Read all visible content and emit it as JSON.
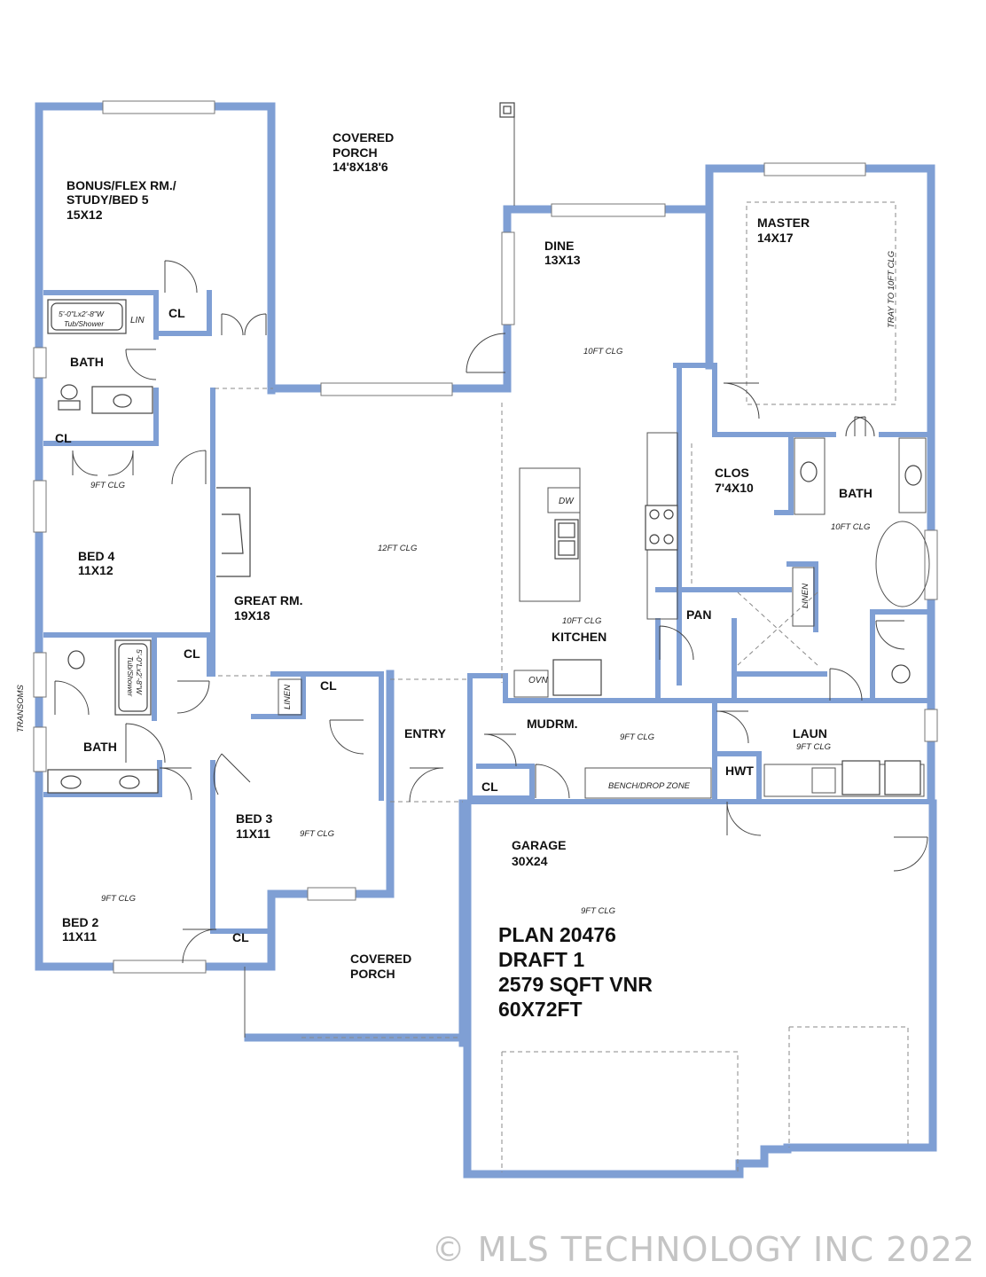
{
  "rooms": {
    "bonus": {
      "line1": "BONUS/FLEX RM./",
      "line2": "STUDY/BED 5",
      "size": "15X12"
    },
    "covered_porch_top": {
      "line1": "COVERED",
      "line2": "PORCH",
      "size": "14'8X18'6"
    },
    "dine": {
      "name": "DINE",
      "size": "13X13"
    },
    "master": {
      "name": "MASTER",
      "size": "14X17"
    },
    "bath_top": {
      "name": "BATH"
    },
    "cl_top": {
      "name": "CL"
    },
    "lin": {
      "name": "LIN"
    },
    "cl_left": {
      "name": "CL"
    },
    "bed4": {
      "name": "BED 4",
      "size": "11X12"
    },
    "great_room": {
      "name": "GREAT RM.",
      "size": "19X18"
    },
    "kitchen": {
      "name": "KITCHEN"
    },
    "clos": {
      "name": "CLOS",
      "size": "7'4X10"
    },
    "master_bath": {
      "name": "BATH"
    },
    "pan": {
      "name": "PAN"
    },
    "linen_master": {
      "name": "LINEN"
    },
    "cl_mid": {
      "name": "CL"
    },
    "bath_mid": {
      "name": "BATH"
    },
    "cl_bed3": {
      "name": "CL"
    },
    "linen_mid": {
      "name": "LINEN"
    },
    "entry": {
      "name": "ENTRY"
    },
    "mudroom": {
      "name": "MUDRM."
    },
    "laun": {
      "name": "LAUN"
    },
    "cl_mud": {
      "name": "CL"
    },
    "hwt": {
      "name": "HWT"
    },
    "bed3": {
      "name": "BED 3",
      "size": "11X11"
    },
    "garage": {
      "name": "GARAGE",
      "size": "30X24"
    },
    "bed2": {
      "name": "BED 2",
      "size": "11X11"
    },
    "cl_bed2": {
      "name": "CL"
    },
    "covered_porch_bottom": {
      "line1": "COVERED",
      "line2": "PORCH"
    },
    "ovn": {
      "name": "OVN"
    },
    "dw": {
      "name": "DW"
    }
  },
  "notes": {
    "clg_dine": "10FT CLG",
    "clg_great": "12FT CLG",
    "clg_kitchen": "10FT CLG",
    "clg_bed4": "9FT CLG",
    "clg_master_bath": "10FT CLG",
    "clg_mud": "9FT CLG",
    "clg_laun": "9FT CLG",
    "clg_bed3": "9FT CLG",
    "clg_bed2": "9FT CLG",
    "clg_garage": "9FT CLG",
    "tray": "TRAY TO 10FT CLG",
    "tub_top": "5'-0\"Lx2'-8\"W",
    "tub_top2": "Tub/Shower",
    "tub_mid": "5'-0\"Lx2'-8\"W",
    "tub_mid2": "Tub/Shower",
    "bench": "BENCH/DROP ZONE",
    "transoms": "TRANSOMS"
  },
  "plan_info": {
    "line1": "PLAN 20476",
    "line2": "DRAFT 1",
    "line3": "2579 SQFT VNR",
    "line4": "60X72FT"
  },
  "copyright": "© MLS TECHNOLOGY INC 2022"
}
